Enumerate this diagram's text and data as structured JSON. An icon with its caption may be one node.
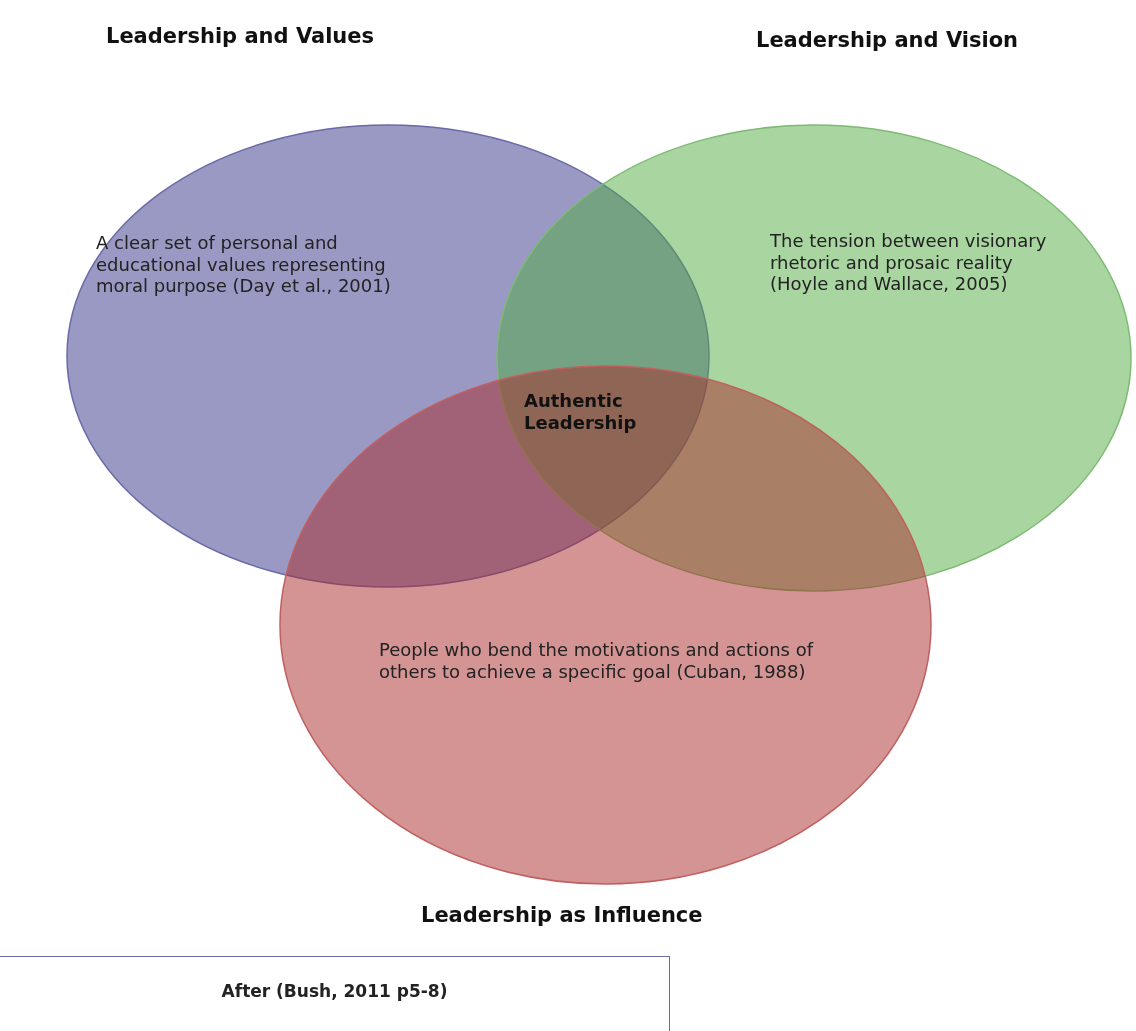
{
  "diagram": {
    "nodes": [
      {
        "text": [
          "Leadership and Values",
          "A clear set of personal and educational values representing moral purpose (Day et al., 2001)"
        ]
      },
      {
        "text": [
          "Leadership and Vision",
          "The tension between visionary rhetoric and prosaic reality (Hoyle and Wallace, 2005)"
        ]
      },
      {
        "text": [
          "People who bend the motivations and actions of others to achieve a specific goal (Cuban, 1988)",
          "Leadership as Influence"
        ]
      },
      {
        "text": [
          "After (Bush, 2011 p5-8)"
        ]
      }
    ],
    "edges": [],
    "labels": [
      "Authentic Leadership"
    ]
  }
}
